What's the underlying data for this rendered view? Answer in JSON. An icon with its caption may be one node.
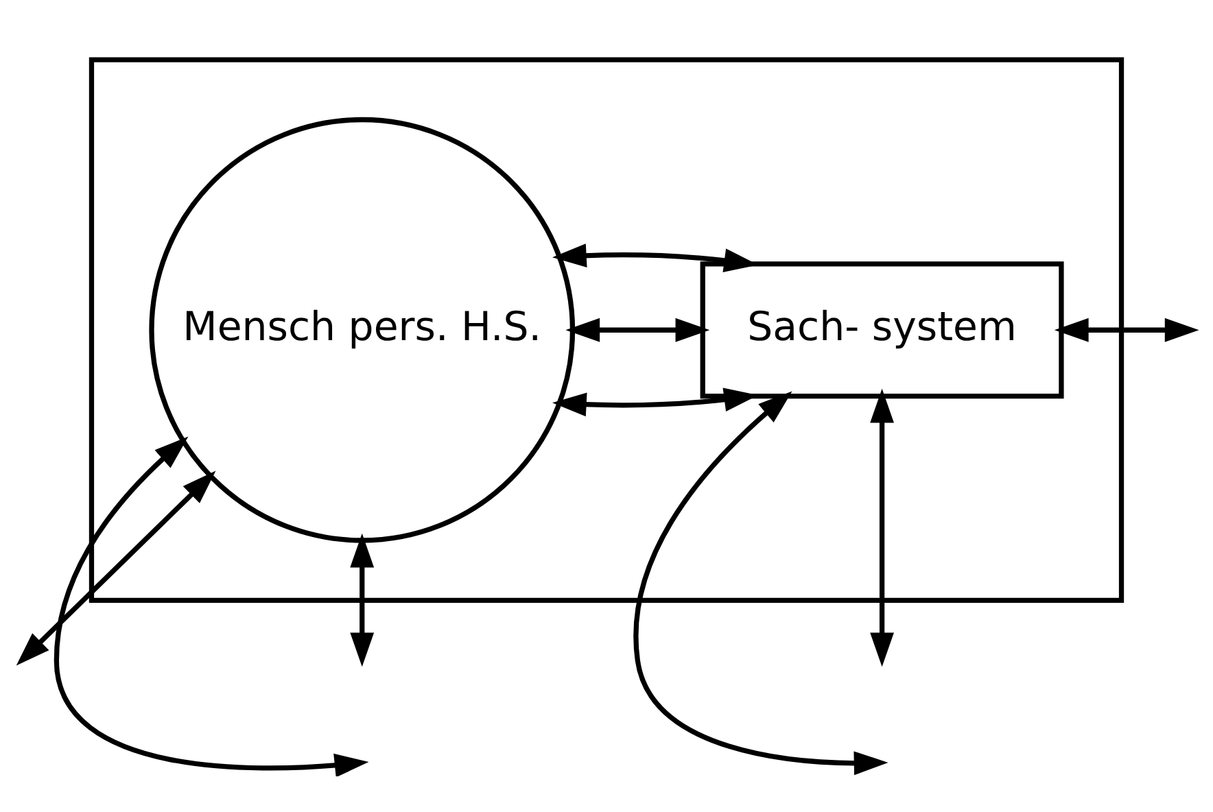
{
  "diagram": {
    "nodes": [
      {
        "text": [],
        "shape": "box"
      },
      {
        "text": [
          "Mensch pers. H.S."
        ],
        "in": 0
      },
      {
        "text": [
          "Sach- system"
        ],
        "in": 0
      }
    ],
    "edges": [
      {
        "from": null,
        "to": 1,
        "arrow": "both"
      },
      {
        "from": null,
        "to": 1,
        "arrow": "both"
      },
      {
        "from": 1,
        "to": null,
        "arrow": "both"
      },
      {
        "from": 1,
        "to": 2,
        "arrow": "both"
      },
      {
        "from": 1,
        "to": 2,
        "arrow": "both"
      },
      {
        "from": 1,
        "to": 2,
        "arrow": "both"
      },
      {
        "from": null,
        "to": 2,
        "arrow": "both"
      },
      {
        "from": 2,
        "to": null,
        "arrow": "both"
      },
      {
        "from": 2,
        "to": null,
        "arrow": "both"
      }
    ]
  }
}
